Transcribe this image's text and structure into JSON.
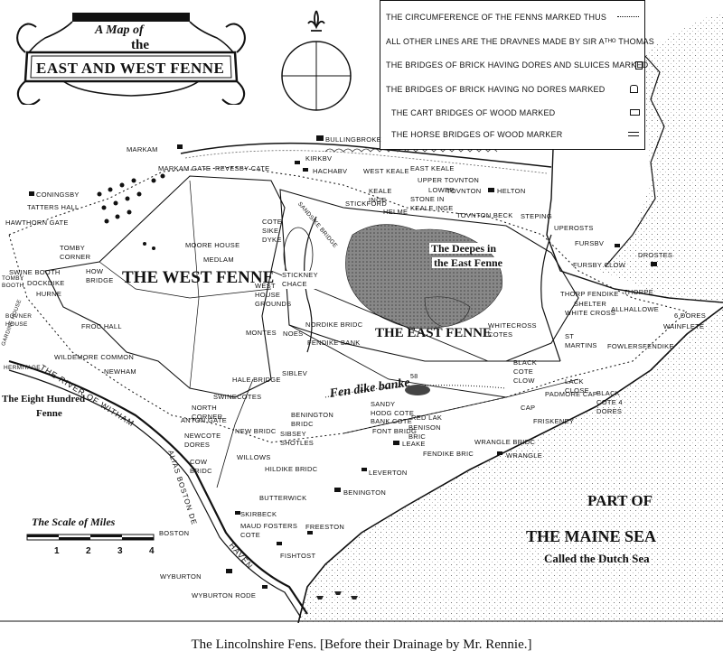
{
  "cartouche": {
    "line1": "A Map of",
    "line2": "the",
    "line3": "EAST AND WEST FENNE"
  },
  "legend": [
    {
      "text": "THE CIRCUMFERENCE OF THE FENNS MARKED THUS",
      "symbol": "dotted-line-icon"
    },
    {
      "text": "ALL OTHER LINES ARE  THE DRAVNES MADE BY SIR Aᵀᴴᴼ THOMAS",
      "symbol": ""
    },
    {
      "text": "THE BRIDGES OF BRICK HAVING DORES AND SLUICES MARKED",
      "symbol": "brick-bridge-sluice-icon"
    },
    {
      "text": "THE BRIDGES OF BRICK HAVING NO DORES MARKED",
      "symbol": "brick-bridge-icon"
    },
    {
      "text": "THE CART BRIDGES OF WOOD MARKED",
      "symbol": "cart-bridge-icon"
    },
    {
      "text": "THE HORSE BRIDGES OF WOOD MARKER",
      "symbol": "horse-bridge-icon"
    }
  ],
  "regions": {
    "west_fenne": "THE WEST FENNE",
    "east_fenne": "THE EAST FENNE",
    "deepes_line1": "The Deepes in",
    "deepes_line2": "the East Fenne",
    "fendike_bank": "Fen   dike  banke",
    "eight_hundred_line1": "The Eight Hundred",
    "eight_hundred_line2": "Fenne",
    "river_witham": "THE RIVER OF WITHAM",
    "boston_haven": "HAVEN",
    "alias_boston": "ALIAS  BOSTON DE",
    "sea_line1": "PART OF",
    "sea_line2": "THE MAINE SEA",
    "sea_line3": "Called the Dutch Sea"
  },
  "places": {
    "markam": "MARKAM",
    "bullingbroke": "BULLINGBROKE",
    "kirkby": "KIRKBV",
    "hachaby": "HACHABV",
    "west_keale": "WEST KEALE",
    "east_keale": "EAST KEALE",
    "upper_toynton": "UPPER TOVNTON",
    "lower_toynton": "LOWER",
    "toynton": "TOVNTON",
    "helton": "HELTON",
    "markam_gate": "MARKAM GATE",
    "revesby_gate": "REVESBY CATE",
    "coningsby": "CONINGSBY",
    "tatters_hall": "TATTERS HALL",
    "hawthorn_gate": "HAWTHORN GATE",
    "tomby_corner": "TOMBY CORNER",
    "swine_booth": "SWINE BOOTH",
    "dockdike": "DOCKDIKE",
    "hurne": "HURNE",
    "how_bridge": "HOW BRIDGE",
    "frog_hall": "FROC HALL",
    "wildemore_common": "WILDEMORE COMMON",
    "newham": "NEWHAM",
    "moore_house": "MOORE HOUSE",
    "medlam": "MEDLAM",
    "cote_sike_dyke": "COTE SIKE DYKE",
    "stickney_chace": "STICKNEY CHACE",
    "stickford": "STICKFORD",
    "keale_inge": "KEALE INGE",
    "stone_in_keale_inge": "STONE IN KEALE INGE",
    "helme": "HELME",
    "sandsike_bridge": "SANDSIKE BRIDGE",
    "toynton_beck": "TOVNTON BECK",
    "steping": "STEPING",
    "uperosts": "UPEROSTS",
    "fursby": "FURSBV",
    "fursby_clow": "FURSBY CLOW",
    "drostes": "DROSTES",
    "thorp_fendike": "THORP FENDIKE",
    "shelter": "SHELTER",
    "thorpe": "THORPE",
    "white_cross": "WHITE CROSS",
    "allhallowe": "ALLHALLOWE",
    "dores_6": "6 DORES",
    "wainflete": "WAINFLETE",
    "st_martins": "ST MARTINS",
    "fowlers_fendike": "FOWLERSFENDIKE",
    "white_cross_cotes": "WHITECROSS COTES",
    "west_house_grounds": "WEST HOUSE GROUNDS",
    "montes": "MONTES",
    "nordike_bridge": "NORDIKE BRIDC",
    "fendike_bank_lbl": "FENDIKE BANK",
    "noes": "NOES",
    "black_cote_clow": "BLACK COTE CLOW",
    "black_cote_4_dores": "BLACK COTE 4 DORES",
    "lack_close": "LACK CLOSE",
    "padmore_cap": "PADMORE CAP",
    "cap": "CAP",
    "friskeney": "FRISKENEY",
    "hale_bridge": "HALE BRIDGE",
    "swinecotes": "SWINECOTES",
    "north_corner": "NORTH CORNER",
    "anton_gate": "ANTON GATE",
    "sibley": "SIBLEV",
    "sandy_hodg_cote": "SANDY HODG COTE",
    "bank_cote": "BANK COTE",
    "red_lak": "RED LAK",
    "benison_bric": "BENISON BRIC",
    "benington_bridge": "BENINGTON BRIDC",
    "sibsey_shotles": "SIBSEY SHOTLES",
    "font_bridge": "FONT BRIDG",
    "leake": "LEAKE",
    "fendike_bric": "FENDIKE BRIC",
    "wrangle_bridge": "WRANGLE BRIDC",
    "wrangle": "WRANGLE",
    "newcote_dores": "NEWCOTE DORES",
    "new_bridge": "NEW BRIDC",
    "willows": "WILLOWS",
    "cow_bridge": "COW BRIDC",
    "hildike_bridge": "HILDIKE BRIDC",
    "leverton": "LEVERTON",
    "benington": "BENINGTON",
    "butterwick": "BUTTERWICK",
    "skirbeck": "SKIRBECK",
    "maud_fosters_cote": "MAUD FOSTERS COTE",
    "freeston": "FREESTON",
    "fishtost": "FISHTOST",
    "boston": "BOSTON",
    "wyburton": "WYBURTON",
    "wyburton_rode": "WYBURTON RODE",
    "tomby_booth": "TOMBY BOOTH",
    "bovner_house": "BOVNER HOUSE",
    "hermitage": "HERMITAGE",
    "gardine_house": "GARDINE HOUSE",
    "num_58": "58"
  },
  "scale": {
    "title": "The Scale of Miles",
    "ticks": [
      "1",
      "2",
      "3",
      "4"
    ]
  },
  "caption": "The Lincolnshire Fens.  [Before their Drainage by Mr. Rennie.]"
}
